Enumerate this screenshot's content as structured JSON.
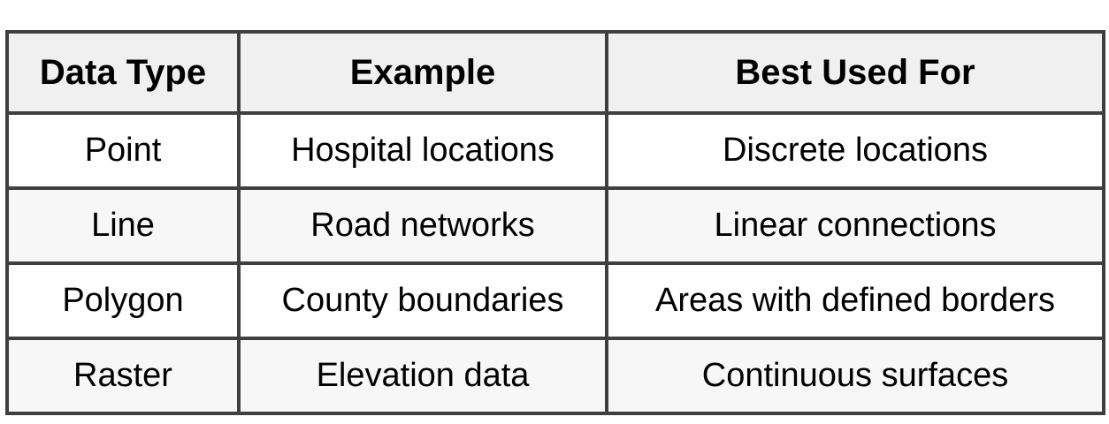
{
  "table": {
    "columns": [
      {
        "label": "Data Type"
      },
      {
        "label": "Example"
      },
      {
        "label": "Best Used For"
      }
    ],
    "rows": [
      {
        "data_type": "Point",
        "example": "Hospital locations",
        "best_used_for": "Discrete locations"
      },
      {
        "data_type": "Line",
        "example": "Road networks",
        "best_used_for": "Linear connections"
      },
      {
        "data_type": "Polygon",
        "example": "County boundaries",
        "best_used_for": "Areas with defined borders"
      },
      {
        "data_type": "Raster",
        "example": "Elevation data",
        "best_used_for": "Continuous surfaces"
      }
    ]
  },
  "style": {
    "border_color": "#3f3f3f",
    "header_bg": "#f0f0f0",
    "row_odd_bg": "#ffffff",
    "row_even_bg": "#f7f7f7",
    "text_color": "#000000",
    "page_bg": "#ffffff"
  }
}
